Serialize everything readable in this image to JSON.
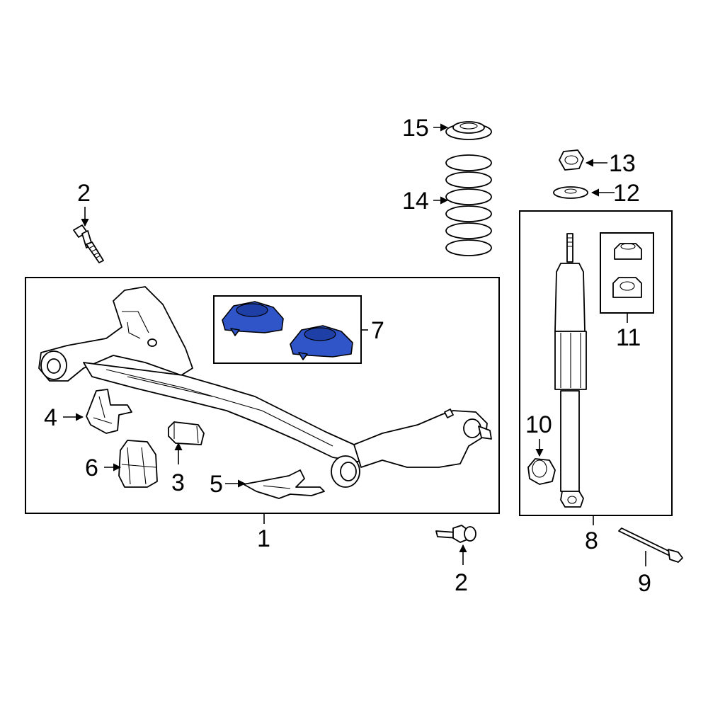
{
  "callouts": {
    "c1": "1",
    "c2a": "2",
    "c2b": "2",
    "c3": "3",
    "c4": "4",
    "c5": "5",
    "c6": "6",
    "c7": "7",
    "c8": "8",
    "c9": "9",
    "c10": "10",
    "c11": "11",
    "c12": "12",
    "c13": "13",
    "c14": "14",
    "c15": "15"
  },
  "colors": {
    "highlight": "#2f55c8",
    "highlight_dark": "#1e3fa6",
    "line": "#000000"
  }
}
